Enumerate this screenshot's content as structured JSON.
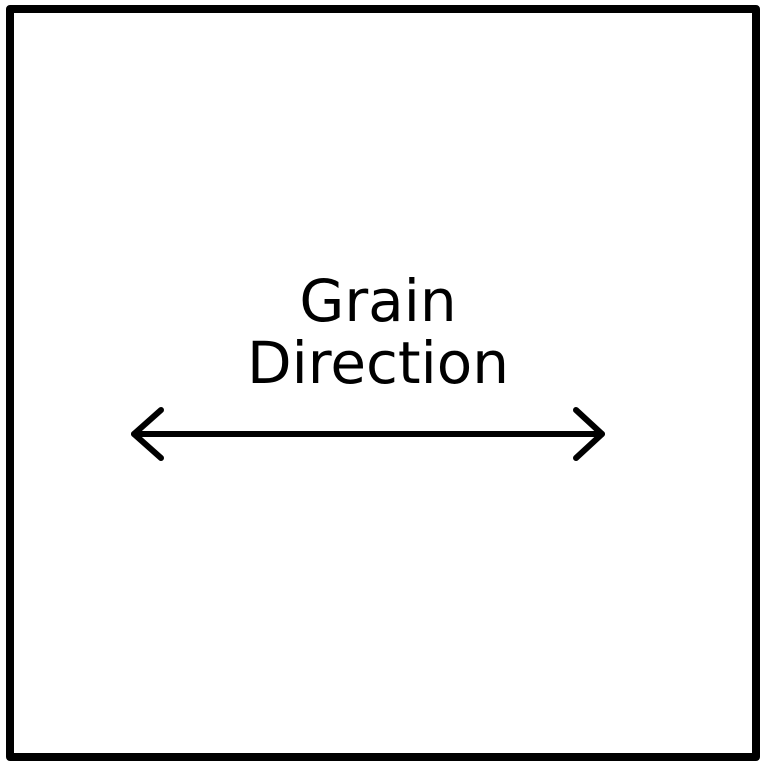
{
  "diagram": {
    "label_line1": "Grain",
    "label_line2": "Direction",
    "arrow": {
      "type": "double-headed",
      "orientation": "horizontal"
    },
    "colors": {
      "stroke": "#000000",
      "background": "#ffffff"
    }
  }
}
